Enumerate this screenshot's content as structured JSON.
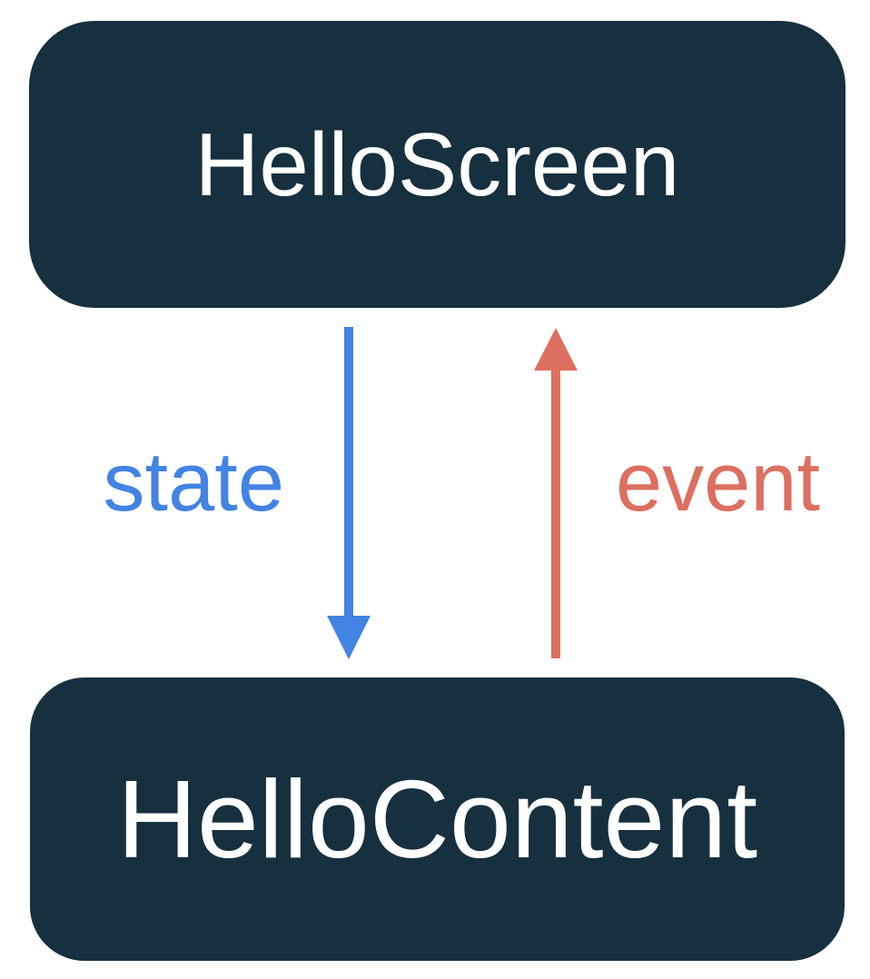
{
  "diagram": {
    "title": "unidirectional-data-flow",
    "top_box": {
      "label": "HelloScreen"
    },
    "bottom_box": {
      "label": "HelloContent"
    },
    "down_arrow": {
      "label": "state",
      "direction": "down"
    },
    "up_arrow": {
      "label": "event",
      "direction": "up"
    }
  },
  "colors": {
    "background": "#FFFFFF",
    "box_bg": "#16303F",
    "box_text": "#FFFFFF",
    "state_blue": "#4383E3",
    "event_red": "#DC6F60"
  }
}
